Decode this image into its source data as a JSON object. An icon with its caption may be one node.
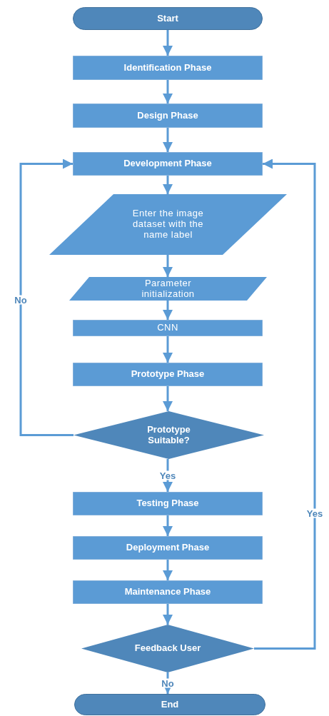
{
  "diagram": {
    "nodes": [
      {
        "text": [
          "Start"
        ]
      },
      {
        "text": [
          "Identification Phase"
        ]
      },
      {
        "text": [
          "Design Phase"
        ]
      },
      {
        "text": [
          "Development Phase"
        ]
      },
      {
        "text": [
          "Enter the image dataset with the name label"
        ]
      },
      {
        "text": [
          "Parameter initialization"
        ]
      },
      {
        "text": [
          "CNN"
        ]
      },
      {
        "text": [
          "Prototype Phase"
        ]
      },
      {
        "text": [
          "Prototype Suitable?"
        ]
      },
      {
        "text": [
          "Testing Phase"
        ]
      },
      {
        "text": [
          "Deployment Phase"
        ]
      },
      {
        "text": [
          "Maintenance Phase"
        ]
      },
      {
        "text": [
          "Feedback User"
        ]
      },
      {
        "text": [
          "End"
        ]
      }
    ],
    "edges": [
      {
        "from": 0,
        "to": 1,
        "arrow": "to"
      },
      {
        "from": 1,
        "to": 2,
        "arrow": "to"
      },
      {
        "from": 2,
        "to": 3,
        "arrow": "to"
      },
      {
        "from": 3,
        "to": 4,
        "arrow": "to"
      },
      {
        "from": 4,
        "to": 5,
        "arrow": "to"
      },
      {
        "from": 5,
        "to": 6,
        "arrow": "to"
      },
      {
        "from": 6,
        "to": 7,
        "arrow": "to"
      },
      {
        "from": 7,
        "to": 8,
        "arrow": "to"
      },
      {
        "from": 8,
        "to": 9,
        "arrow": "to",
        "label": "Yes"
      },
      {
        "from": 8,
        "to": 3,
        "arrow": "to",
        "label": "No"
      },
      {
        "from": 9,
        "to": 10,
        "arrow": "to"
      },
      {
        "from": 10,
        "to": 11,
        "arrow": "to"
      },
      {
        "from": 11,
        "to": 12,
        "arrow": "to"
      },
      {
        "from": 12,
        "to": 13,
        "arrow": "to",
        "label": "No"
      },
      {
        "from": 12,
        "to": 3,
        "arrow": "to",
        "label": "Yes"
      }
    ]
  }
}
